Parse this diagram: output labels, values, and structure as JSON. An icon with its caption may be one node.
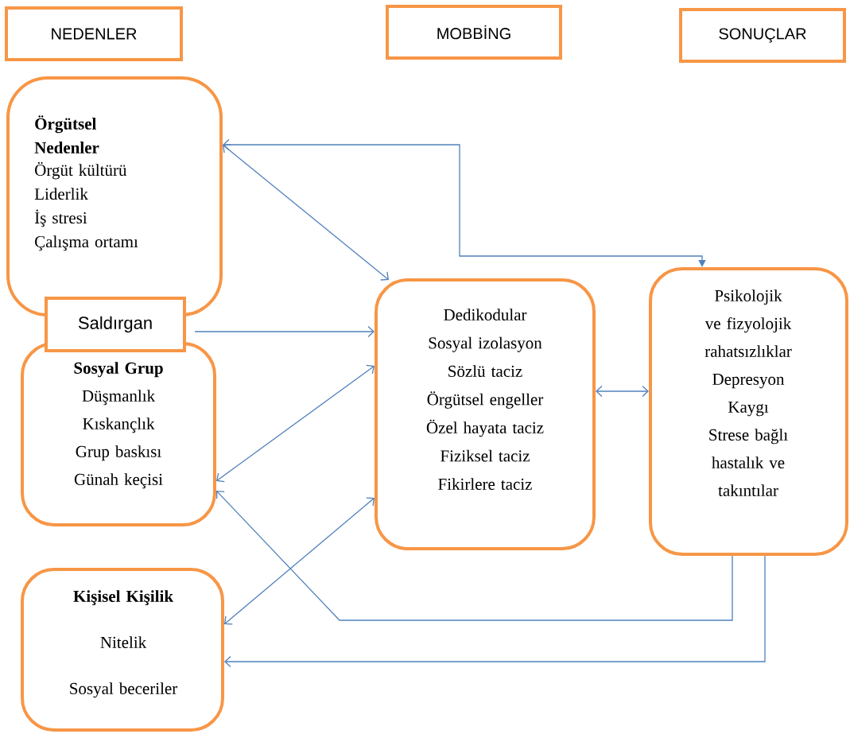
{
  "diagram": {
    "nodes": [
      {
        "text": [
          "NEDENLER"
        ]
      },
      {
        "text": [
          "MOBBİNG"
        ]
      },
      {
        "text": [
          "SONUÇLAR"
        ]
      },
      {
        "text": [
          "Örgütsel Nedenler",
          "Örgüt kültürü",
          "Liderlik",
          "İş stresi",
          "Çalışma ortamı"
        ]
      },
      {
        "text": [
          "Saldırgan"
        ]
      },
      {
        "text": [
          "Sosyal Grup",
          "Düşmanlık",
          "Kıskançlık",
          "Grup baskısı",
          "Günah keçisi"
        ]
      },
      {
        "text": [
          "Kişisel Kişilik",
          "Nitelik",
          "Sosyal beceriler"
        ]
      },
      {
        "text": [
          "Dedikodular",
          "Sosyal izolasyon",
          "Sözlü taciz",
          "Örgütsel engeller",
          "Özel hayata taciz",
          "Fiziksel taciz",
          "Fikirlere taciz"
        ]
      },
      {
        "text": [
          "Psikolojik ve fizyolojik rahatsızlıklar",
          "Depresyon",
          "Kaygı",
          "Strese bağlı hastalık ve takıntılar"
        ]
      }
    ],
    "edges": [
      {
        "from": 3,
        "to": 8,
        "arrow": "both"
      },
      {
        "from": 3,
        "to": 7,
        "arrow": "both"
      },
      {
        "from": 4,
        "to": 7,
        "arrow": "to"
      },
      {
        "from": 5,
        "to": 7,
        "arrow": "both"
      },
      {
        "from": 8,
        "to": 5,
        "arrow": "to"
      },
      {
        "from": 6,
        "to": 7,
        "arrow": "both"
      },
      {
        "from": 8,
        "to": 6,
        "arrow": "to"
      },
      {
        "from": 7,
        "to": 8,
        "arrow": "both"
      }
    ]
  }
}
